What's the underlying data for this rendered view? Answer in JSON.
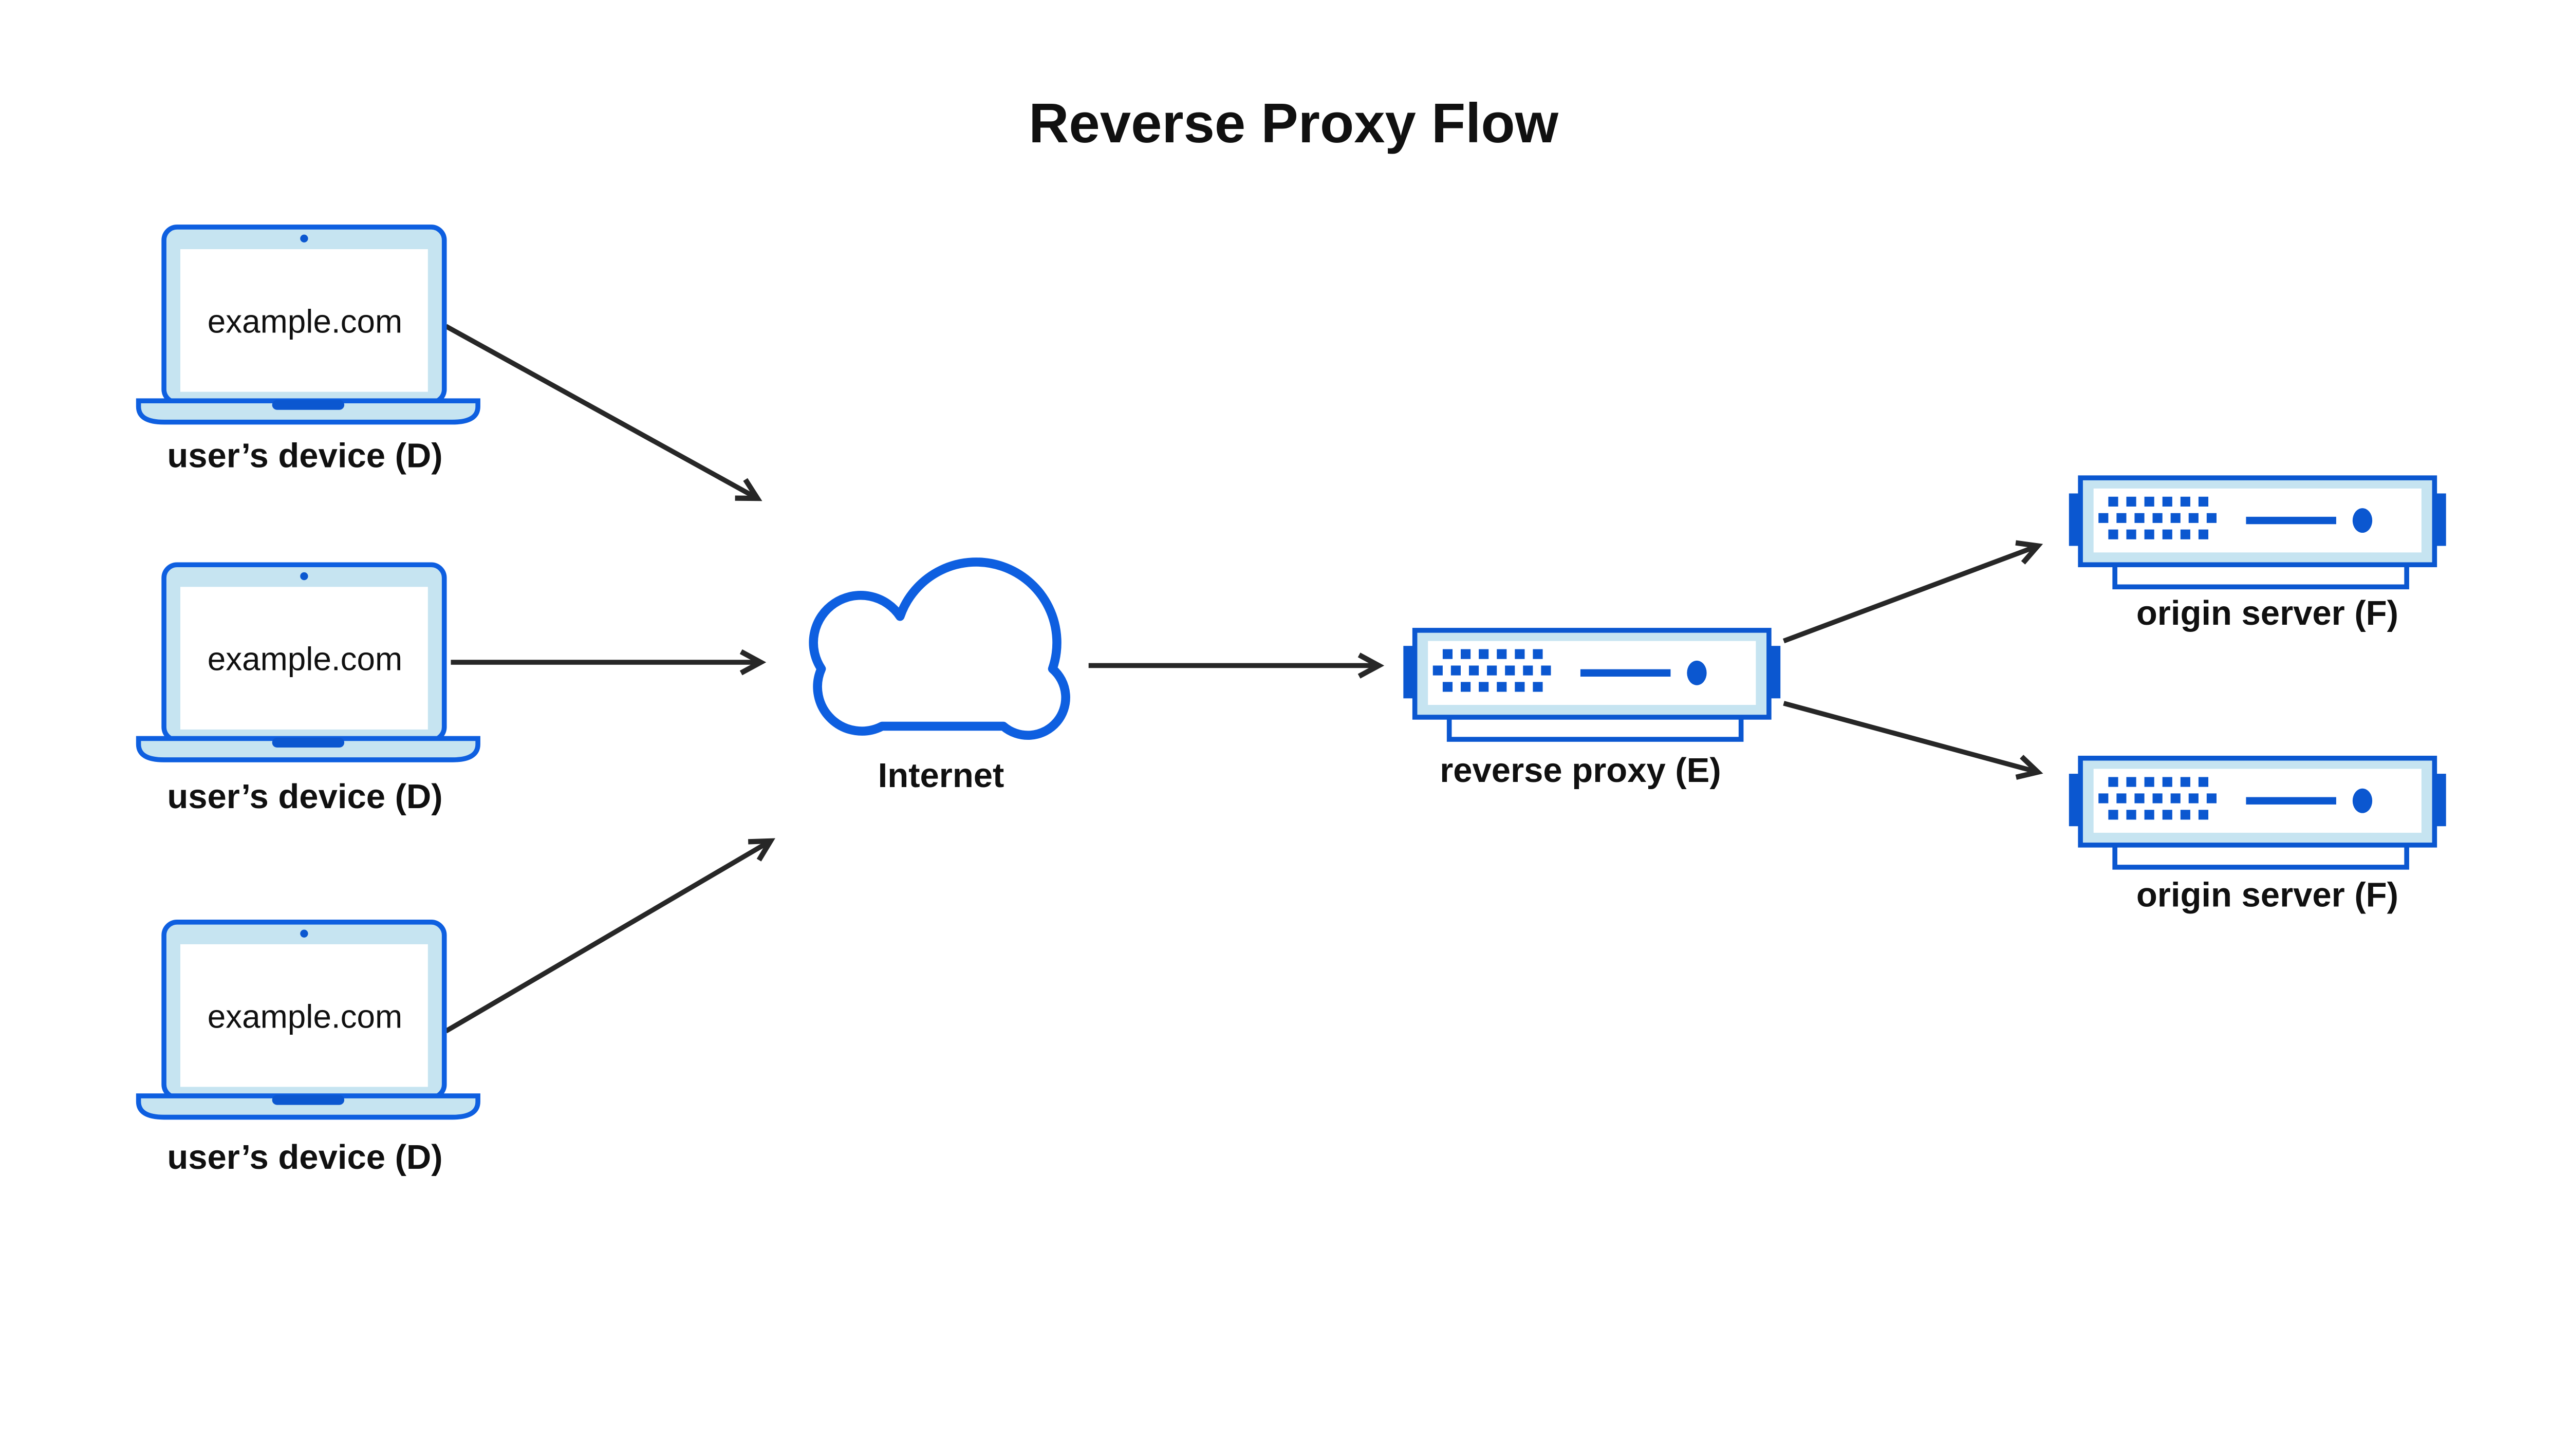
{
  "title": "Reverse Proxy Flow",
  "nodes": {
    "devices": [
      {
        "screen_text": "example.com",
        "label": "user’s device (D)"
      },
      {
        "screen_text": "example.com",
        "label": "user’s device (D)"
      },
      {
        "screen_text": "example.com",
        "label": "user’s device (D)"
      }
    ],
    "internet": {
      "label": "Internet"
    },
    "reverse_proxy": {
      "label": "reverse proxy (E)"
    },
    "origin_servers": [
      {
        "label": "origin server (F)"
      },
      {
        "label": "origin server (F)"
      }
    ]
  },
  "icons": {
    "device": "laptop-icon",
    "internet": "cloud-icon",
    "server": "server-icon"
  },
  "flows": [
    "device-1 -> internet",
    "device-2 -> internet",
    "device-3 -> internet",
    "internet -> reverse-proxy",
    "reverse-proxy -> origin-server-1",
    "reverse-proxy -> origin-server-2"
  ],
  "colors": {
    "accent_blue": "#0b57d0",
    "light_blue": "#c6e4f1",
    "cloud_blue": "#0e5fe0",
    "arrow_color": "#272727",
    "text_color": "#101010",
    "background": "#ffffff"
  }
}
